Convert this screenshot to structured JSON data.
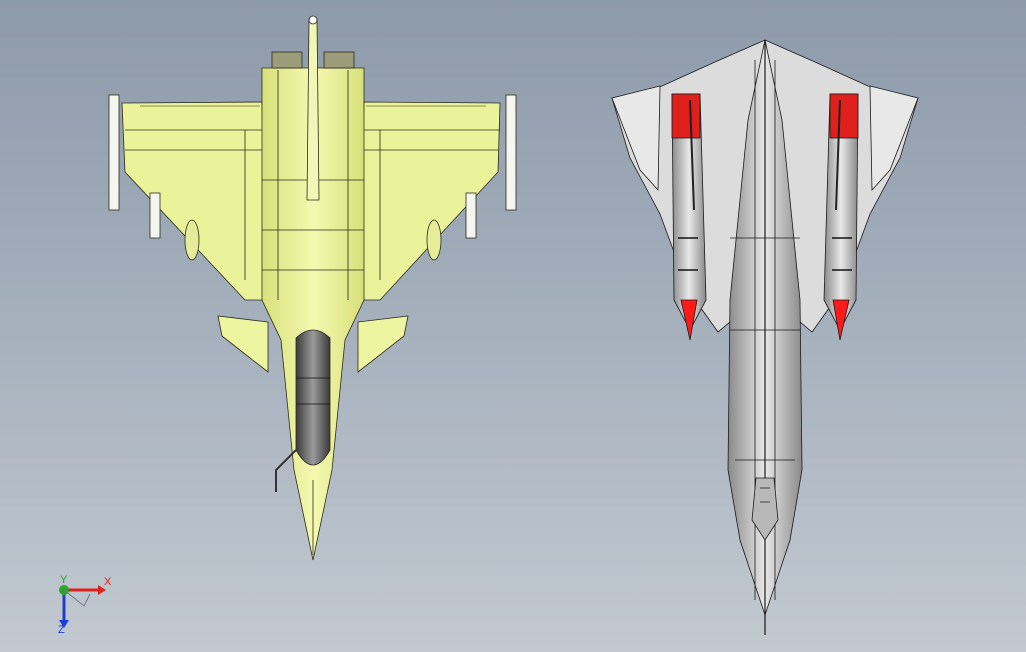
{
  "viewport": {
    "background_top": "#8d9aaa",
    "background_bottom": "#c2c9d0"
  },
  "models": [
    {
      "id": "rafale-style-fighter",
      "view": "top",
      "body_color": "#eef5a0",
      "edge_color": "#2b2b1a"
    },
    {
      "id": "sr71-style-aircraft",
      "view": "top",
      "body_color": "#c4c4c4",
      "accent_color": "#ff1a1a",
      "edge_color": "#1a1a1a"
    }
  ],
  "triad": {
    "x_label": "X",
    "y_label": "Y",
    "z_label": "Z",
    "x_color": "#e0201c",
    "y_color": "#2aa62a",
    "z_color": "#1c3fd0"
  }
}
